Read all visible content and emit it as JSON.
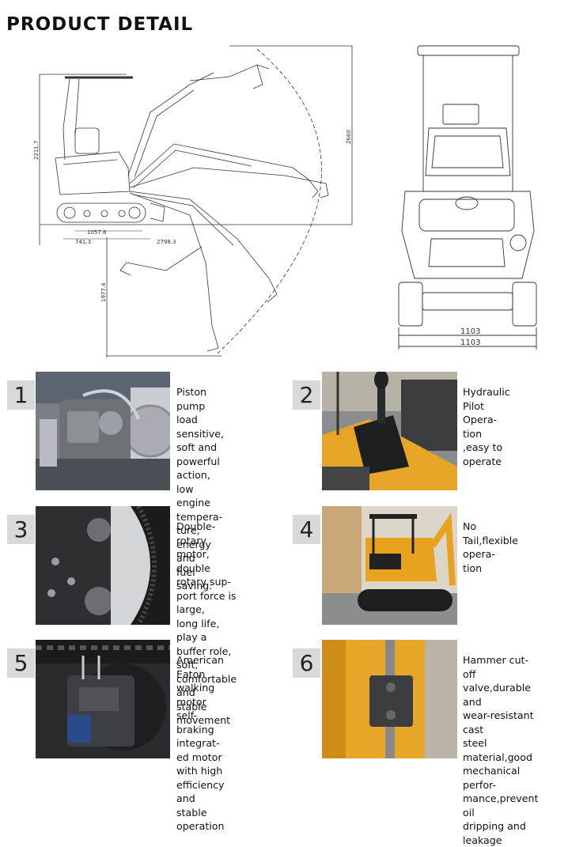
{
  "header": {
    "title": "PRODUCT DETAIL"
  },
  "dimensions": {
    "side_height": "2211.7",
    "max_dig_height": "2660",
    "track_length": "1057.8",
    "tail": "741.3",
    "reach": "2798.3",
    "dig_depth": "1977.4",
    "front_width_inner": "1103",
    "front_width_outer": "1103"
  },
  "features": [
    {
      "num": "1",
      "text": "Piston pump load\nsensitive, soft and\npowerful action,\nlow engine tempera-\nture, energy and\nfuel saving."
    },
    {
      "num": "2",
      "text": "Hydraulic Pilot Opera-\ntion ,easy to operate"
    },
    {
      "num": "3",
      "text": "Double-rotary motor,\ndouble rotary sup-\nport force is large,\nlong life, play a\nbuffer role, soft,\ncomfortable and\nstable movement"
    },
    {
      "num": "4",
      "text": "No Tail,flexible opera-\ntion"
    },
    {
      "num": "5",
      "text": "American Eaton\nwalking motor\nself-braking integrat-\ned motor with high\nefficiency and\nstable operation"
    },
    {
      "num": "6",
      "text": "Hammer cut-off\nvalve,durable and\nwear-resistant cast\nsteel material,good\nmechanical perfor-\nmance,prevent oil\ndripping and leakage"
    }
  ]
}
